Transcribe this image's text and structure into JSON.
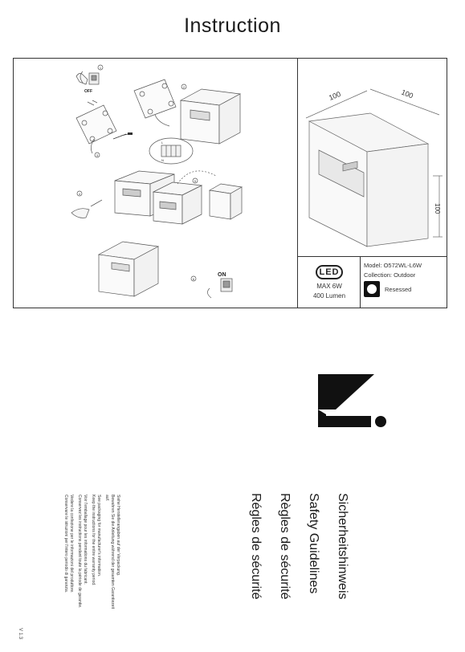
{
  "header": {
    "title": "Instruction"
  },
  "steps": {
    "s1": "1",
    "s2": "2",
    "s3": "3",
    "s4": "4",
    "s5": "5",
    "s6": "6",
    "off_label": "OFF",
    "on_label": "ON",
    "wire_l": "L",
    "wire_n": "N"
  },
  "dimensions": {
    "width": "100",
    "depth": "100",
    "height": "100"
  },
  "product": {
    "led_label": "LED",
    "power": "MAX 6W",
    "lumen": "400 Lumen",
    "model": "Model: O572WL-L6W",
    "collection": "Collection: Outdoor",
    "mounting": "Resessed"
  },
  "safety": {
    "headings": [
      "Sicherheitshinweis",
      "Safety Guidelines",
      "Règles de sécurité",
      "Régles de sécurité"
    ],
    "de_1": "Siehe Herstellerangaben auf der Verpackung.",
    "de_2": "Bewahren Sie die Anleitung während der gesamten Garantiezeit",
    "de_3": "auf.",
    "en_1": "See packaging for manufacturer's information.",
    "en_2": "Keep the instructions for the entire warranty period.",
    "fr_1": "Voir l'emballage pour les informations du fabricant.",
    "fr_2": "Conservez les instructions pendant toute la période de garantie.",
    "it_1": "Vedere la confezione per le informazioni del produttore.",
    "it_2": "Conservare le istruzioni per l'intero periodo di garanzia."
  },
  "footer": {
    "version": "V 1.3"
  }
}
